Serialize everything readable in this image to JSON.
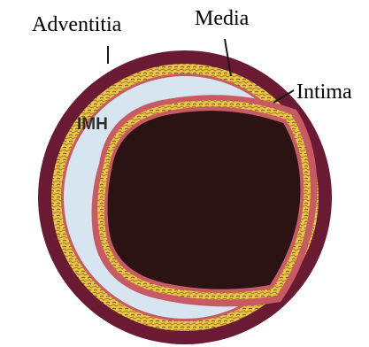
{
  "labels": {
    "adventitia": "Adventitia",
    "media": "Media",
    "intima": "Intima",
    "imh": "IMH"
  },
  "colors": {
    "adventitia": "#6b1a33",
    "media": "#e8c84a",
    "intima": "#c85a63",
    "imh": "#d6e5f0",
    "lumen": "#2a1312",
    "leader": "#1a1a1a"
  }
}
